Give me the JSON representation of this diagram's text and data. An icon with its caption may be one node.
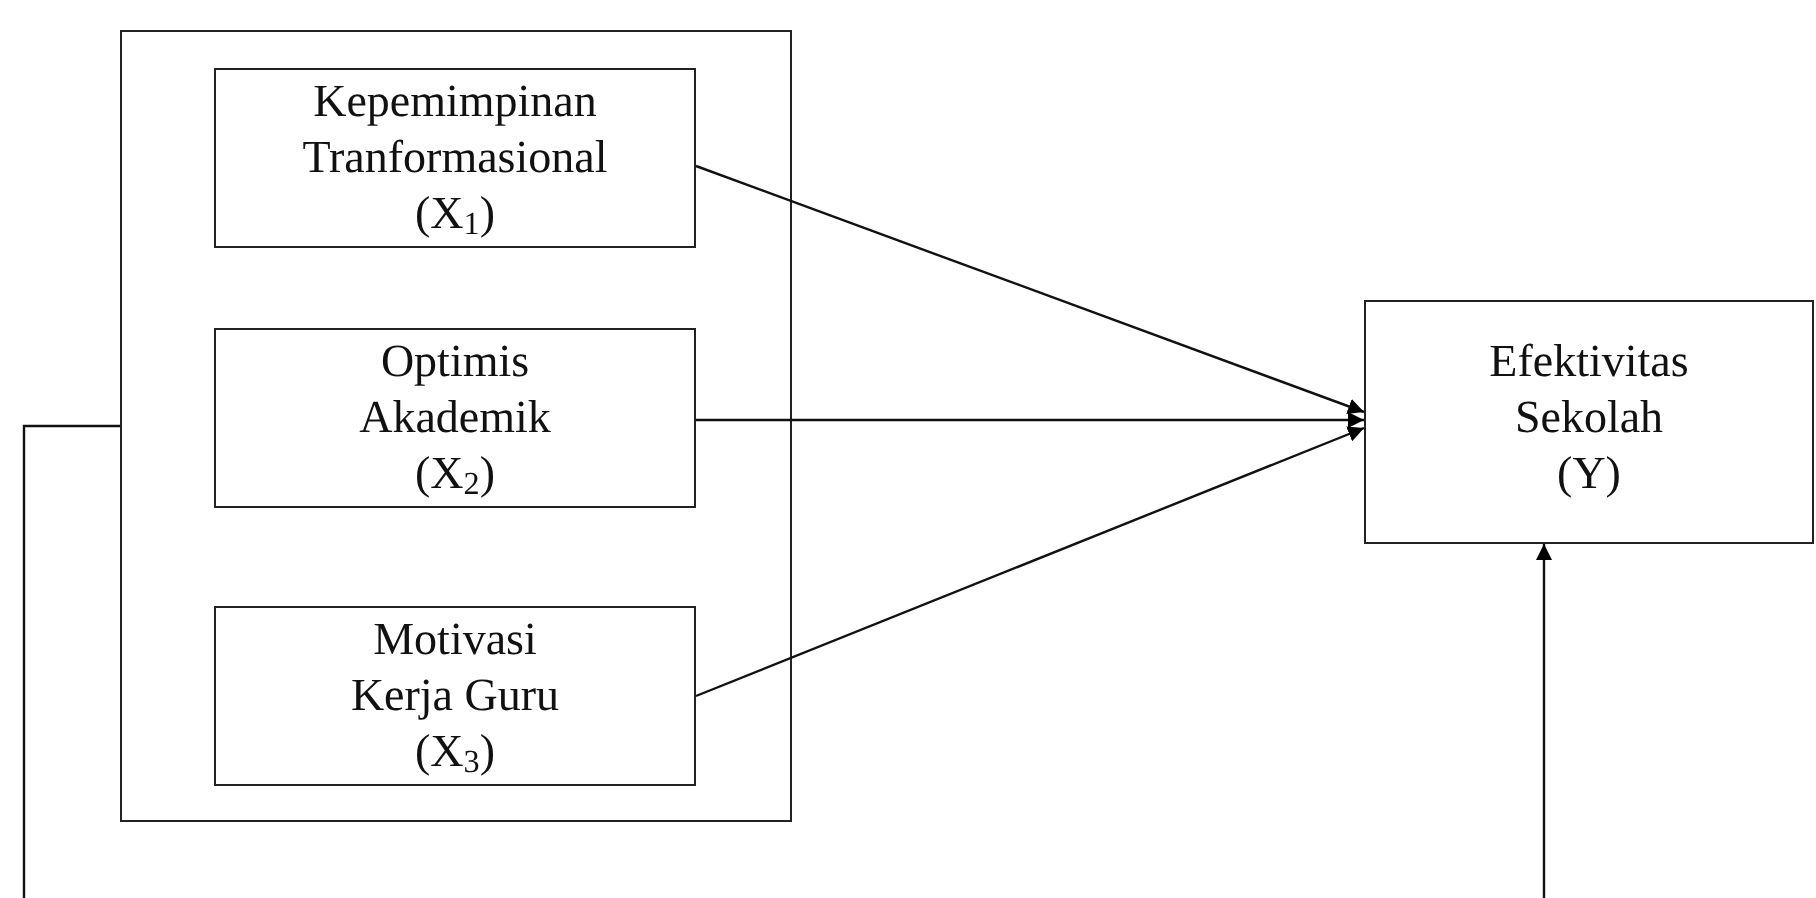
{
  "diagram": {
    "nodes": [
      {
        "text": [],
        "shape": "box"
      },
      {
        "text": [
          "Kepemimpinan Tranformasional (X$_{1}$)"
        ],
        "in": 0
      },
      {
        "text": [
          "Optimis Akademik (X$_{2}$)"
        ],
        "in": 0
      },
      {
        "text": [
          "Motivasi Kerja Guru (X$_{3}$)"
        ],
        "in": 0
      },
      {
        "text": [
          "Efektivitas Sekolah (Y)"
        ]
      }
    ],
    "edges": [
      {
        "from": 1,
        "to": 4,
        "arrow": "to"
      },
      {
        "from": 2,
        "to": 4,
        "arrow": "to"
      },
      {
        "from": 3,
        "to": 4,
        "arrow": "to"
      },
      {
        "from": 0,
        "to": null,
        "arrow": "none"
      },
      {
        "from": null,
        "to": 4,
        "arrow": "to"
      }
    ]
  }
}
